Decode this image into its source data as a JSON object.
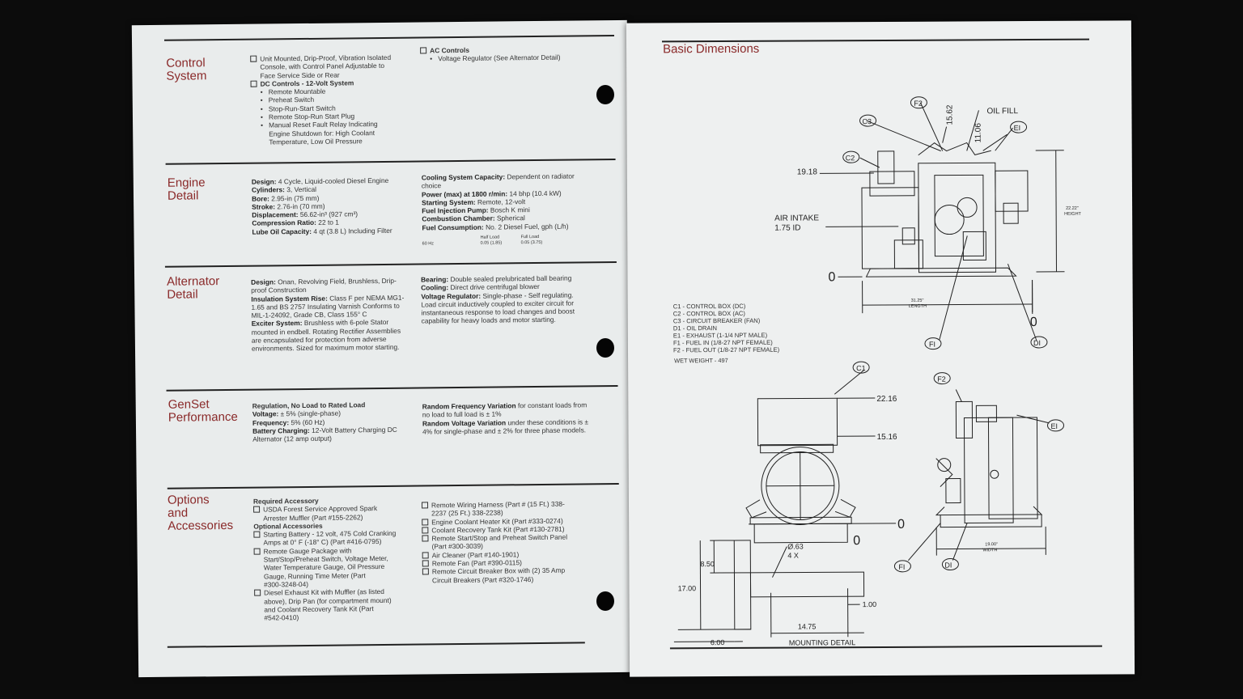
{
  "left": {
    "sections": [
      {
        "title": [
          "Control",
          "System"
        ],
        "col1": [
          {
            "type": "box",
            "lines": [
              "Unit Mounted, Drip-Proof, Vibration Isolated",
              "Console, with Control Panel Adjustable to",
              "Face Service Side or Rear"
            ]
          },
          {
            "type": "boxhdr",
            "lines": [
              "DC Controls - 12-Volt System"
            ]
          },
          {
            "type": "bullet",
            "lines": [
              "Remote Mountable"
            ]
          },
          {
            "type": "bullet",
            "lines": [
              "Preheat Switch"
            ]
          },
          {
            "type": "bullet",
            "lines": [
              "Stop-Run-Start Switch"
            ]
          },
          {
            "type": "bullet",
            "lines": [
              "Remote Stop-Run Start Plug"
            ]
          },
          {
            "type": "bullet",
            "lines": [
              "Manual Reset Fault Relay Indicating",
              "Engine Shutdown for: High Coolant",
              "Temperature, Low Oil Pressure"
            ]
          }
        ],
        "col2": [
          {
            "type": "boxhdr",
            "lines": [
              "AC Controls"
            ]
          },
          {
            "type": "bullet",
            "lines": [
              "Voltage Regulator (See Alternator Detail)"
            ]
          }
        ]
      },
      {
        "title": [
          "Engine",
          "Detail"
        ],
        "col1": [
          {
            "type": "kv",
            "k": "Design:",
            "v": "4 Cycle, Liquid-cooled Diesel Engine"
          },
          {
            "type": "kv",
            "k": "Cylinders:",
            "v": "3, Vertical"
          },
          {
            "type": "kv",
            "k": "Bore:",
            "v": "2.95-in (75 mm)"
          },
          {
            "type": "kv",
            "k": "Stroke:",
            "v": "2.76-in (70 mm)"
          },
          {
            "type": "kv",
            "k": "Displacement:",
            "v": "56.62-in³ (927 cm³)"
          },
          {
            "type": "kv",
            "k": "Compression Ratio:",
            "v": "22 to 1"
          },
          {
            "type": "kv",
            "k": "Lube Oil Capacity:",
            "v": "4 qt (3.8 L) Including Filter"
          }
        ],
        "col2": [
          {
            "type": "kv",
            "k": "Cooling System Capacity:",
            "v": "Dependent on radiator choice"
          },
          {
            "type": "kv",
            "k": "Power (max) at 1800 r/min:",
            "v": "14 bhp (10.4 kW)"
          },
          {
            "type": "kv",
            "k": "Starting System:",
            "v": "Remote, 12-volt"
          },
          {
            "type": "kv",
            "k": "Fuel Injection Pump:",
            "v": "Bosch K mini"
          },
          {
            "type": "kv",
            "k": "Combustion Chamber:",
            "v": "Spherical"
          },
          {
            "type": "kv",
            "k": "Fuel Consumption:",
            "v": "No. 2 Diesel Fuel, gph (L/h)"
          }
        ],
        "fuel_table": {
          "headers": [
            "Half Load",
            "Full Load"
          ],
          "row_label": "60 Hz",
          "values": [
            "0.05 (1.85)",
            "0.05 (3.75)"
          ]
        }
      },
      {
        "title": [
          "Alternator",
          "Detail"
        ],
        "col1": [
          {
            "type": "kv",
            "k": "Design:",
            "v": "Onan, Revolving Field, Brushless, Drip-proof Construction"
          },
          {
            "type": "kv",
            "k": "Insulation System Rise:",
            "v": "Class F per NEMA MG1-1.65 and BS 2757 Insulating Varnish Conforms to MIL-1-24092, Grade CB, Class 155° C"
          },
          {
            "type": "kv",
            "k": "Exciter System:",
            "v": "Brushless with 6-pole Stator mounted in endbell. Rotating Rectifier Assemblies are encapsulated for protection from adverse environments. Sized for maximum motor starting."
          }
        ],
        "col2": [
          {
            "type": "kv",
            "k": "Bearing:",
            "v": "Double sealed prelubricated ball bearing"
          },
          {
            "type": "kv",
            "k": "Cooling:",
            "v": "Direct drive centrifugal blower"
          },
          {
            "type": "kv",
            "k": "Voltage Regulator:",
            "v": "Single-phase - Self regulating. Load circuit inductively coupled to exciter circuit for instantaneous response to load changes and boost capability for heavy loads and motor starting."
          }
        ]
      },
      {
        "title": [
          "GenSet",
          "Performance"
        ],
        "col1": [
          {
            "type": "hdr",
            "lines": [
              "Regulation, No Load to Rated Load"
            ]
          },
          {
            "type": "kv",
            "k": "Voltage:",
            "v": "± 5% (single-phase)"
          },
          {
            "type": "kv",
            "k": "Frequency:",
            "v": "5% (60 Hz)"
          },
          {
            "type": "kv",
            "k": "Battery Charging:",
            "v": "12-Volt Battery Charging DC Alternator (12 amp output)"
          }
        ],
        "col2": [
          {
            "type": "kv",
            "k": "Random Frequency Variation",
            "v": "for constant loads from no load to full load is ± 1%"
          },
          {
            "type": "kv",
            "k": "Random Voltage Variation",
            "v": "under these conditions is ± 4% for single-phase and ± 2% for three phase models."
          }
        ]
      },
      {
        "title": [
          "Options",
          "and",
          "Accessories"
        ],
        "col1": [
          {
            "type": "hdr",
            "lines": [
              "Required Accessory"
            ]
          },
          {
            "type": "box",
            "lines": [
              "USDA Forest Service Approved Spark",
              "Arrester Muffler (Part #155-2262)"
            ]
          },
          {
            "type": "hdr",
            "lines": [
              "Optional Accessories"
            ]
          },
          {
            "type": "box",
            "lines": [
              "Starting Battery - 12 volt, 475 Cold Cranking",
              "Amps at 0° F (-18° C) (Part #416-0795)"
            ]
          },
          {
            "type": "box",
            "lines": [
              "Remote Gauge Package with",
              "Start/Stop/Preheat Switch, Voltage Meter,",
              "Water Temperature Gauge, Oil Pressure",
              "Gauge, Running Time Meter (Part",
              "#300-3248-04)"
            ]
          },
          {
            "type": "box",
            "lines": [
              "Diesel Exhaust Kit with Muffler (as listed",
              "above), Drip Pan (for compartment mount)",
              "and Coolant Recovery Tank Kit (Part",
              "#542-0410)"
            ]
          }
        ],
        "col2": [
          {
            "type": "box",
            "lines": [
              "Remote Wiring Harness (Part # (15 Ft.) 338-",
              "2237 (25 Ft.) 338-2238)"
            ]
          },
          {
            "type": "box",
            "lines": [
              "Engine Coolant Heater Kit (Part #333-0274)"
            ]
          },
          {
            "type": "box",
            "lines": [
              "Coolant Recovery Tank Kit (Part #130-2781)"
            ]
          },
          {
            "type": "box",
            "lines": [
              "Remote Start/Stop and Preheat Switch Panel",
              "(Part #300-3039)"
            ]
          },
          {
            "type": "box",
            "lines": [
              "Air Cleaner (Part #140-1901)"
            ]
          },
          {
            "type": "box",
            "lines": [
              "Remote Fan (Part #390-0115)"
            ]
          },
          {
            "type": "box",
            "lines": [
              "Remote Circuit Breaker Box with (2) 35 Amp",
              "Circuit Breakers (Part #320-1746)"
            ]
          }
        ]
      }
    ]
  },
  "right": {
    "title": "Basic Dimensions",
    "callouts": {
      "c1": "C1",
      "c2": "C2",
      "c3": "C3",
      "d1": "DI",
      "e1": "EI",
      "f1": "FI",
      "f2": "F2"
    },
    "dims": {
      "d1562": "15.62",
      "d1106": "11.06",
      "oil_fill": "OIL  FILL",
      "d1918": "19.18",
      "air_intake_1": "AIR INTAKE",
      "air_intake_2": "1.75 ID",
      "height": "22.22\"",
      "height_lbl": "HEIGHT",
      "length": "31.25\"",
      "length_lbl": "LENGTH",
      "zero": "0",
      "d2216": "22.16",
      "d1516": "15.16",
      "width": "19.00\"",
      "width_lbl": "WIDTH",
      "d063": "Ø.63",
      "four_x": "4 X",
      "d850": "8.50",
      "d1700": "17.00",
      "d100": "1.00",
      "d1475": "14.75",
      "d600": "6.00",
      "mounting": "MOUNTING DETAIL"
    },
    "legend": [
      "C1 - CONTROL BOX (DC)",
      "C2 - CONTROL BOX (AC)",
      "C3 - CIRCUIT BREAKER (FAN)",
      "D1 - OIL DRAIN",
      "E1 - EXHAUST (1-1/4 NPT MALE)",
      "F1 - FUEL IN (1/8-27 NPT FEMALE)",
      "F2 - FUEL OUT (1/8-27 NPT FEMALE)"
    ],
    "wet_weight": "WET WEIGHT - 497"
  }
}
